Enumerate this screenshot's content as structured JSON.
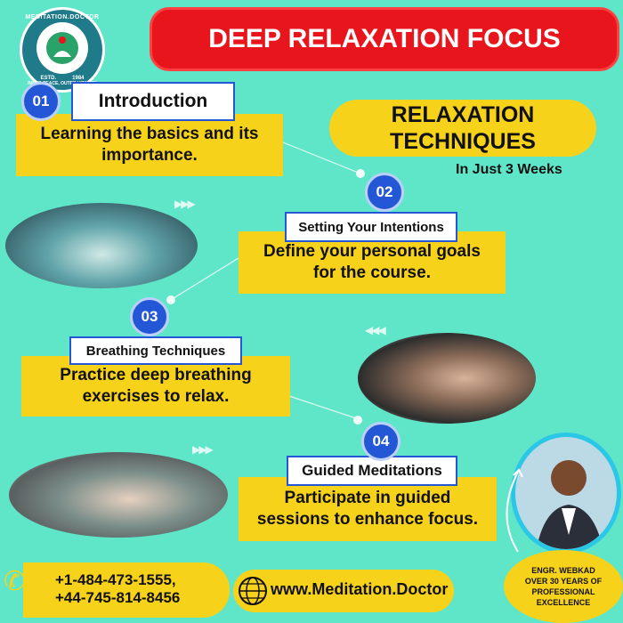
{
  "logo": {
    "top_text": "MEDITATION.DOCTOR",
    "estd": "ESTD.",
    "year": "1984",
    "bottom_text": "INNER PEACE, OUTER VITALITY"
  },
  "title": "DEEP RELAXATION FOCUS",
  "subtitle": {
    "line1": "RELAXATION",
    "line2": "TECHNIQUES",
    "duration": "In Just 3 Weeks"
  },
  "steps": [
    {
      "number": "01",
      "label": "Introduction",
      "desc_line1": "Learning the basics and its",
      "desc_line2": "importance."
    },
    {
      "number": "02",
      "label": "Setting Your Intentions",
      "desc_line1": "Define your personal goals",
      "desc_line2": "for the course."
    },
    {
      "number": "03",
      "label": "Breathing Techniques",
      "desc_line1": "Practice deep breathing",
      "desc_line2": "exercises to relax."
    },
    {
      "number": "04",
      "label": "Guided Meditations",
      "desc_line1": "Participate in guided",
      "desc_line2": "sessions to enhance focus."
    }
  ],
  "contact": {
    "phone1": "+1-484-473-1555,",
    "phone2": "+44-745-814-8456",
    "website": "www.Meditation.Doctor"
  },
  "badge": {
    "line1": "ENGR. WEBKAD",
    "line2": "OVER 30 YEARS OF",
    "line3": "PROFESSIONAL",
    "line4": "EXCELLENCE"
  },
  "colors": {
    "background": "#5fe6c8",
    "title_red": "#e8151c",
    "accent_yellow": "#f7d21a",
    "number_blue": "#2457d6"
  }
}
